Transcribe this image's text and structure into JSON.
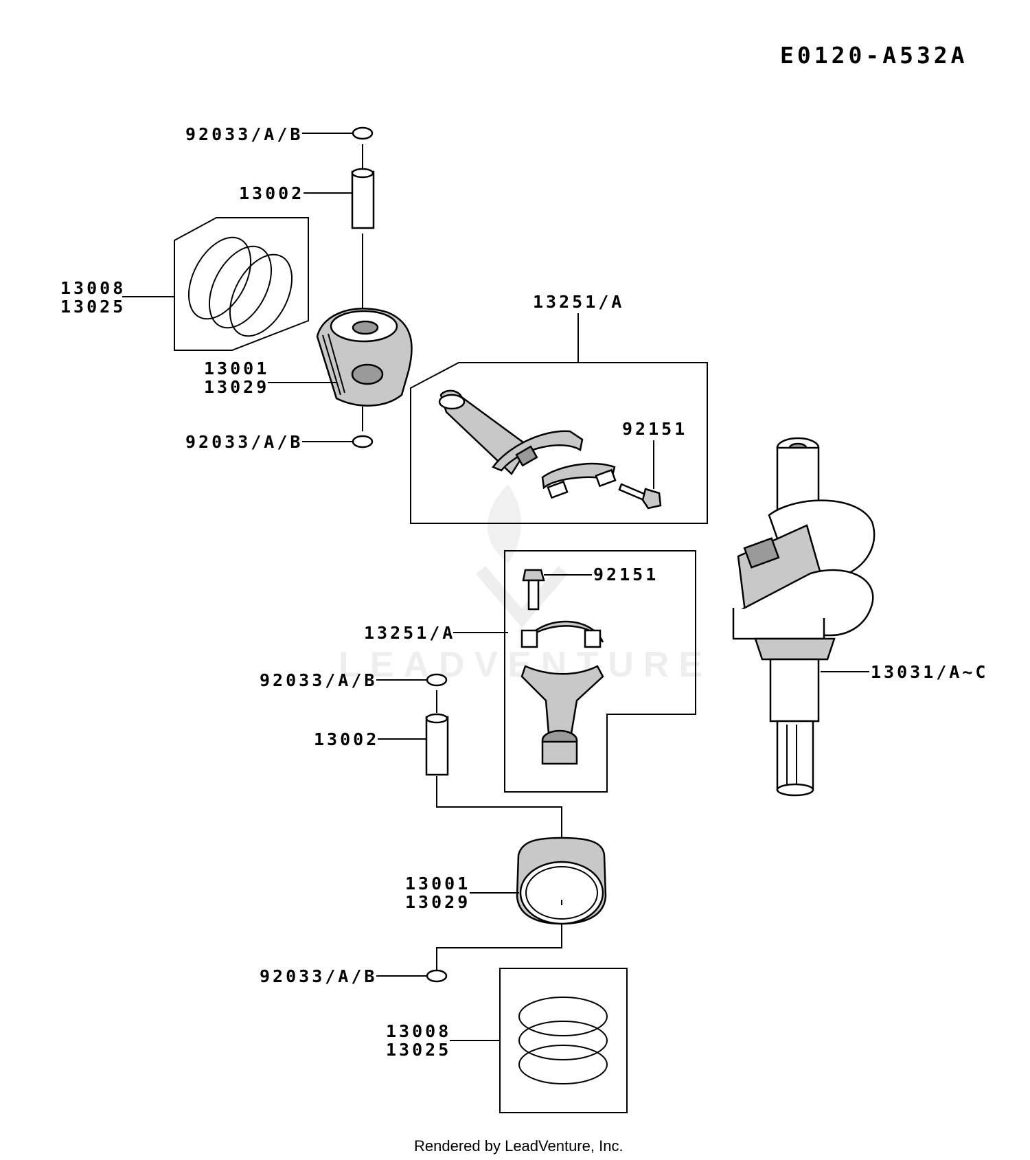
{
  "diagram_id": "E0120-A532A",
  "watermark": "LEADVENTURE",
  "footer": "Rendered by LeadVenture, Inc.",
  "labels": {
    "clip_top_1": "92033/A/B",
    "pin_1": "13002",
    "rings_1": [
      "13008",
      "13025"
    ],
    "piston_1": [
      "13001",
      "13029"
    ],
    "clip_bottom_1": "92033/A/B",
    "conrod_1": "13251/A",
    "bolt_1": "92151",
    "bolt_2": "92151",
    "conrod_2": "13251/A",
    "clip_top_2": "92033/A/B",
    "pin_2": "13002",
    "crankshaft": "13031/A~C",
    "piston_2": [
      "13001",
      "13029"
    ],
    "clip_bottom_2": "92033/A/B",
    "rings_2": [
      "13008",
      "13025"
    ]
  }
}
